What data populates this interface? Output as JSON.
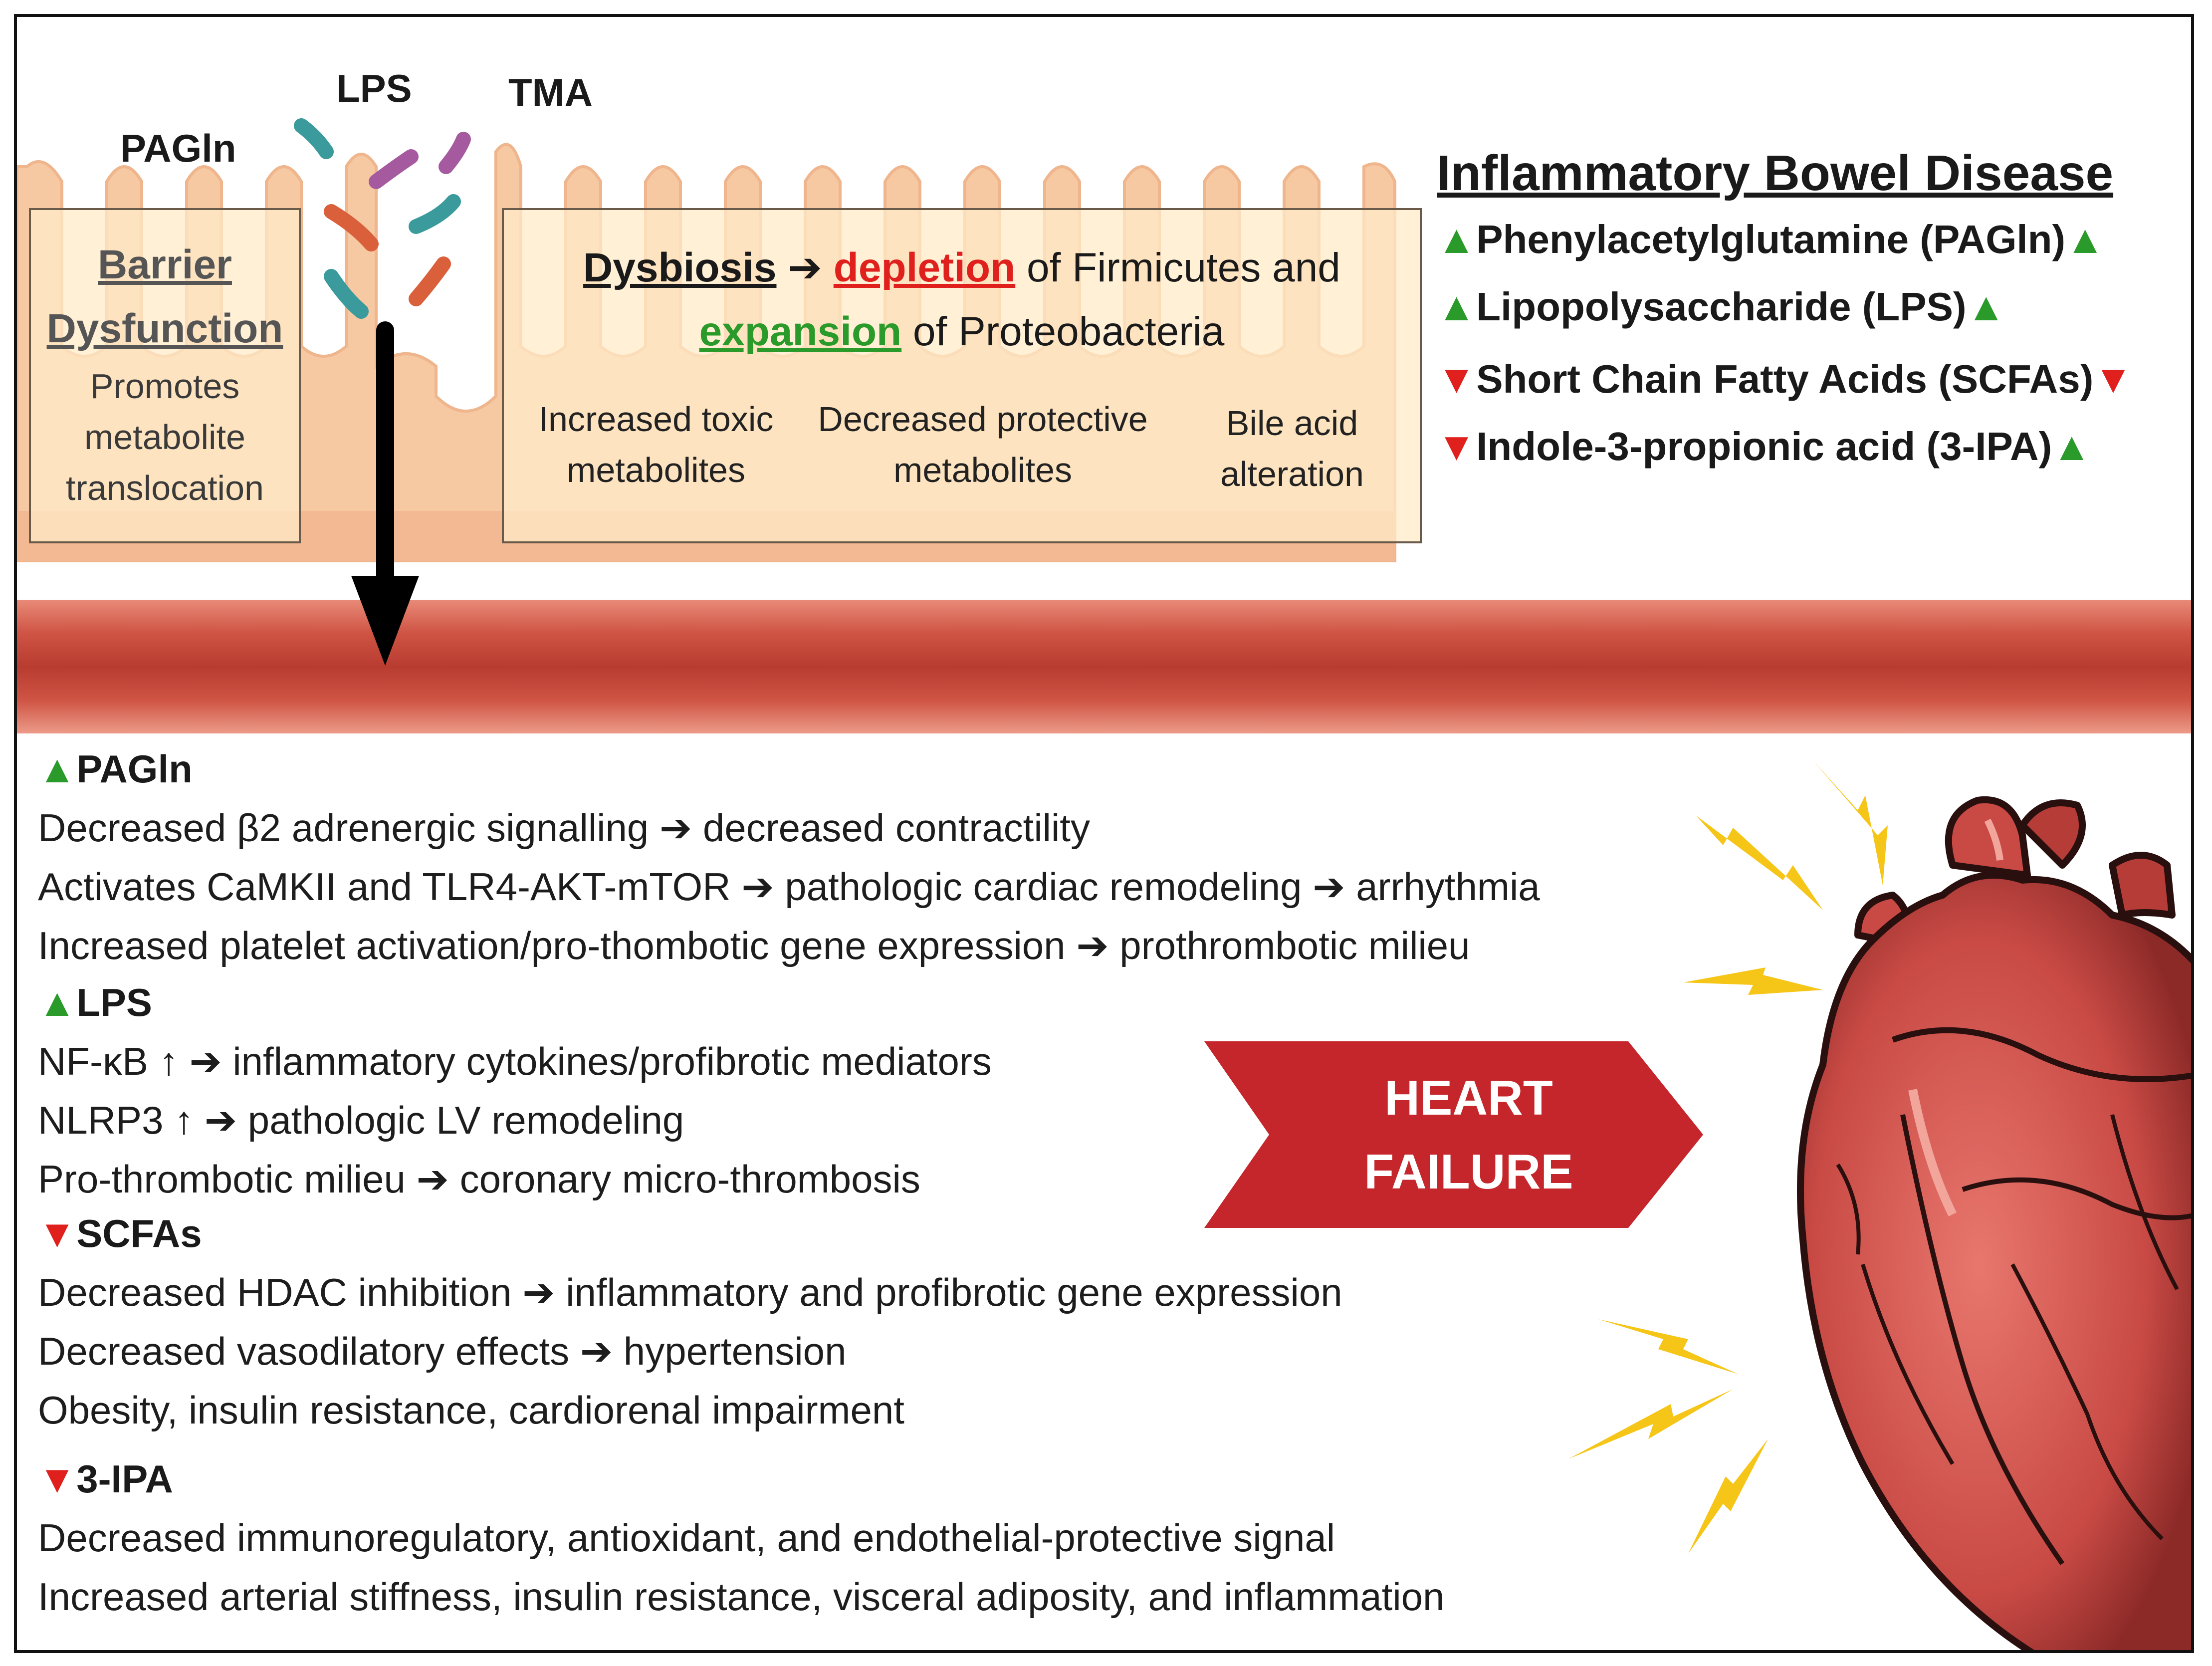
{
  "bacteria_labels": {
    "lps": "LPS",
    "tma": "TMA",
    "pagln": "PAGln"
  },
  "barrier": {
    "title_line1": "Barrier",
    "title_line2": "Dysfunction",
    "body": [
      "Promotes",
      "metabolite",
      "translocation"
    ]
  },
  "dysbiosis": {
    "label": "Dysbiosis",
    "arrow": "➔",
    "depletion": "depletion",
    "line1_rest": "of Firmicutes and",
    "expansion": "expansion",
    "line2_rest": "of Proteobacteria",
    "columns": [
      [
        "Increased toxic",
        "metabolites"
      ],
      [
        "Decreased protective",
        "metabolites"
      ],
      [
        "Bile acid",
        "alteration"
      ]
    ]
  },
  "ibd": {
    "title": "Inflammatory Bowel Disease",
    "items": [
      {
        "pre": "▲",
        "pre_dir": "up",
        "text": "Phenylacetylglutamine (PAGln)",
        "post": "▲",
        "post_dir": "up"
      },
      {
        "pre": "▲",
        "pre_dir": "up",
        "text": "Lipopolysaccharide (LPS)",
        "post": "▲",
        "post_dir": "up"
      },
      {
        "pre": "▼",
        "pre_dir": "down",
        "text": "Short Chain Fatty Acids (SCFAs)",
        "post": "▼",
        "post_dir": "down"
      },
      {
        "pre": "▼",
        "pre_dir": "down",
        "text": "Indole-3-propionic acid (3-IPA)",
        "post": "▲",
        "post_dir": "up"
      }
    ]
  },
  "effects": [
    {
      "marker": "▲",
      "dir": "up",
      "heading": "PAGln",
      "lines": [
        "Decreased β2 adrenergic signalling ➔ decreased contractility",
        "Activates CaMKII and TLR4-AKT-mTOR ➔ pathologic cardiac remodeling ➔ arrhythmia",
        "Increased platelet activation/pro-thombotic gene expression ➔ prothrombotic milieu"
      ]
    },
    {
      "marker": "▲",
      "dir": "up",
      "heading": "LPS",
      "lines": [
        "NF-κB ↑ ➔ inflammatory cytokines/profibrotic mediators",
        "NLRP3 ↑ ➔ pathologic LV remodeling",
        "Pro-thrombotic milieu ➔ coronary micro-thrombosis"
      ]
    },
    {
      "marker": "▼",
      "dir": "down",
      "heading": "SCFAs",
      "lines": [
        "Decreased HDAC inhibition ➔ inflammatory and profibrotic gene expression",
        "Decreased vasodilatory effects ➔ hypertension",
        "Obesity, insulin resistance, cardiorenal impairment"
      ]
    },
    {
      "marker": "▼",
      "dir": "down",
      "heading": "3-IPA",
      "lines": [
        "Decreased immunoregulatory, antioxidant, and endothelial-protective signal",
        "Increased arterial stiffness, insulin resistance, visceral adiposity, and inflammation"
      ]
    }
  ],
  "heart_failure": {
    "line1": "HEART",
    "line2": "FAILURE"
  },
  "colors": {
    "up_marker": "#2a9a2a",
    "down_marker": "#e0201c",
    "banner": "#c4262b",
    "vessel": "#d8614f",
    "intestine": "#f6c9a3",
    "lightning": "#f5c518"
  }
}
